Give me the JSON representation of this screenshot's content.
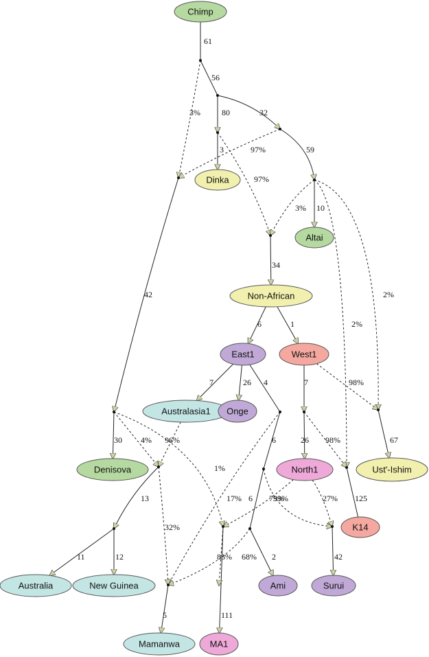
{
  "colors": {
    "green": "#b5d9a0",
    "yellow": "#f2f0ae",
    "purple": "#c0a9d6",
    "salmon": "#f4a8a0",
    "cyan": "#c3e6e5",
    "pink": "#eea9d8",
    "arrow": "#cfd1a6",
    "line": "#222222"
  },
  "nodes": [
    {
      "id": "chimp",
      "label": "Chimp",
      "color": "green"
    },
    {
      "id": "dinka",
      "label": "Dinka",
      "color": "yellow"
    },
    {
      "id": "altai",
      "label": "Altai",
      "color": "green"
    },
    {
      "id": "nonafrican",
      "label": "Non-African",
      "color": "yellow"
    },
    {
      "id": "east1",
      "label": "East1",
      "color": "purple"
    },
    {
      "id": "west1",
      "label": "West1",
      "color": "salmon"
    },
    {
      "id": "australasia1",
      "label": "Australasia1",
      "color": "cyan"
    },
    {
      "id": "onge",
      "label": "Onge",
      "color": "purple"
    },
    {
      "id": "ustishim",
      "label": "Ust'-Ishim",
      "color": "yellow"
    },
    {
      "id": "denisova",
      "label": "Denisova",
      "color": "green"
    },
    {
      "id": "north1",
      "label": "North1",
      "color": "pink"
    },
    {
      "id": "k14",
      "label": "K14",
      "color": "salmon"
    },
    {
      "id": "australia",
      "label": "Australia",
      "color": "cyan"
    },
    {
      "id": "newguinea",
      "label": "New Guinea",
      "color": "cyan"
    },
    {
      "id": "ami",
      "label": "Ami",
      "color": "purple"
    },
    {
      "id": "surui",
      "label": "Surui",
      "color": "purple"
    },
    {
      "id": "mamanwa",
      "label": "Mamanwa",
      "color": "cyan"
    },
    {
      "id": "ma1",
      "label": "MA1",
      "color": "pink"
    }
  ],
  "edges": [
    {
      "id": "e1",
      "from": "chimp",
      "to": "j1",
      "label": "61",
      "dashed": false
    },
    {
      "id": "e2",
      "from": "j1",
      "to": "j2",
      "label": "56",
      "dashed": false
    },
    {
      "id": "e3",
      "from": "j1",
      "to": "a_den",
      "label": "3%",
      "dashed": true
    },
    {
      "id": "e4",
      "from": "j2",
      "to": "j3",
      "label": "80",
      "dashed": false
    },
    {
      "id": "e5",
      "from": "j2",
      "to": "j4",
      "label": "32",
      "dashed": false
    },
    {
      "id": "e6",
      "from": "j3",
      "to": "dinka",
      "label": "3",
      "dashed": false
    },
    {
      "id": "e7",
      "from": "j4",
      "to": "a_den",
      "label": "97%",
      "dashed": true
    },
    {
      "id": "e8",
      "from": "j3",
      "to": "a_na",
      "label": "97%",
      "dashed": true
    },
    {
      "id": "e9",
      "from": "j4",
      "to": "j5",
      "label": "59",
      "dashed": false
    },
    {
      "id": "e10",
      "from": "j5",
      "to": "a_na",
      "label": "3%",
      "dashed": true
    },
    {
      "id": "e11",
      "from": "j5",
      "to": "altai",
      "label": "10",
      "dashed": false
    },
    {
      "id": "e12",
      "from": "j5",
      "to": "a_ust",
      "label": "2%",
      "dashed": true
    },
    {
      "id": "e13",
      "from": "j5",
      "to": "a_k14",
      "label": "2%",
      "dashed": true
    },
    {
      "id": "e14",
      "from": "a_den",
      "to": "j6",
      "label": "42",
      "dashed": false
    },
    {
      "id": "e15",
      "from": "a_na",
      "to": "nonafrican",
      "label": "34",
      "dashed": false
    },
    {
      "id": "e16",
      "from": "nonafrican",
      "to": "east1",
      "label": "6",
      "dashed": false
    },
    {
      "id": "e17",
      "from": "nonafrican",
      "to": "west1",
      "label": "1",
      "dashed": false
    },
    {
      "id": "e18",
      "from": "east1",
      "to": "australasia1",
      "label": "7",
      "dashed": false
    },
    {
      "id": "e19",
      "from": "east1",
      "to": "onge",
      "label": "26",
      "dashed": false
    },
    {
      "id": "e20",
      "from": "east1",
      "to": "j7",
      "label": "4",
      "dashed": false
    },
    {
      "id": "e21",
      "from": "west1",
      "to": "j8",
      "label": "7",
      "dashed": false
    },
    {
      "id": "e22",
      "from": "west1",
      "to": "a_ust",
      "label": "98%",
      "dashed": true
    },
    {
      "id": "e23",
      "from": "a_ust",
      "to": "ustishim",
      "label": "67",
      "dashed": false
    },
    {
      "id": "e24",
      "from": "j6",
      "to": "denisova",
      "label": "30",
      "dashed": false
    },
    {
      "id": "e25",
      "from": "j6",
      "to": "a_aus",
      "label": "4%",
      "dashed": true
    },
    {
      "id": "e26",
      "from": "australasia1",
      "to": "a_aus",
      "label": "96%",
      "dashed": true
    },
    {
      "id": "e27",
      "from": "j8",
      "to": "north1",
      "label": "26",
      "dashed": false
    },
    {
      "id": "e28",
      "from": "j8",
      "to": "a_k14",
      "label": "98%",
      "dashed": true
    },
    {
      "id": "e29",
      "from": "a_k14",
      "to": "k14",
      "label": "125",
      "dashed": false
    },
    {
      "id": "e30",
      "from": "j7",
      "to": "j9",
      "label": "6",
      "dashed": false
    },
    {
      "id": "e31",
      "from": "j7",
      "to": "a_mam",
      "label": "17%",
      "dashed": true
    },
    {
      "id": "e32",
      "from": "j6",
      "to": "a_ma1",
      "label": "1%",
      "dashed": true
    },
    {
      "id": "e33",
      "from": "a_aus",
      "to": "j10",
      "label": "13",
      "dashed": false
    },
    {
      "id": "e34",
      "from": "a_aus",
      "to": "a_mam",
      "label": "32%",
      "dashed": true
    },
    {
      "id": "e35",
      "from": "north1",
      "to": "a_ma1",
      "label": "99%",
      "dashed": true
    },
    {
      "id": "e36",
      "from": "north1",
      "to": "a_sur",
      "label": "27%",
      "dashed": true
    },
    {
      "id": "e37",
      "from": "j9",
      "to": "a_sur",
      "label": "73%",
      "dashed": true
    },
    {
      "id": "e38",
      "from": "j9",
      "to": "j11",
      "label": "6",
      "dashed": false
    },
    {
      "id": "e39",
      "from": "j11",
      "to": "ami",
      "label": "2",
      "dashed": false
    },
    {
      "id": "e40",
      "from": "j11",
      "to": "a_mam",
      "label": "68%",
      "dashed": true
    },
    {
      "id": "e41",
      "from": "a_sur",
      "to": "surui",
      "label": "42",
      "dashed": false
    },
    {
      "id": "e42",
      "from": "j10",
      "to": "australia",
      "label": "11",
      "dashed": false
    },
    {
      "id": "e43",
      "from": "j10",
      "to": "newguinea",
      "label": "12",
      "dashed": false
    },
    {
      "id": "e44",
      "from": "a_ma1",
      "to": "ma1",
      "label": "111",
      "dashed": false
    },
    {
      "id": "e45",
      "from": "a_mam",
      "to": "mamanwa",
      "label": "5",
      "dashed": false
    },
    {
      "id": "e46",
      "from": "a_ma1",
      "to": "a_ma1b",
      "label": "83%",
      "dashed": true
    }
  ]
}
